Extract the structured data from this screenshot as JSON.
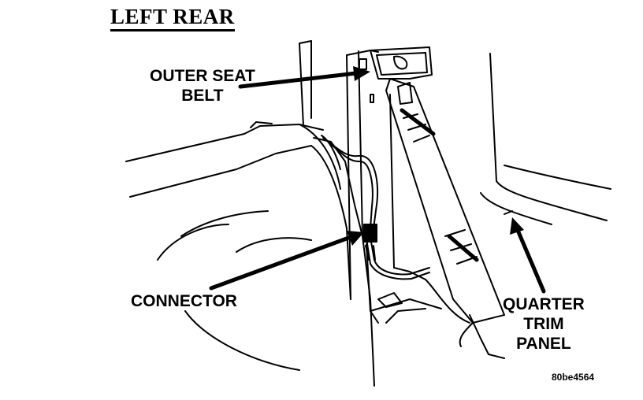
{
  "title": "LEFT REAR",
  "callouts": {
    "outer_seat_belt": [
      "OUTER SEAT",
      "BELT"
    ],
    "connector": "CONNECTOR",
    "quarter_trim_panel": [
      "QUARTER",
      "TRIM",
      "PANEL"
    ]
  },
  "figure_code": "80be4564"
}
